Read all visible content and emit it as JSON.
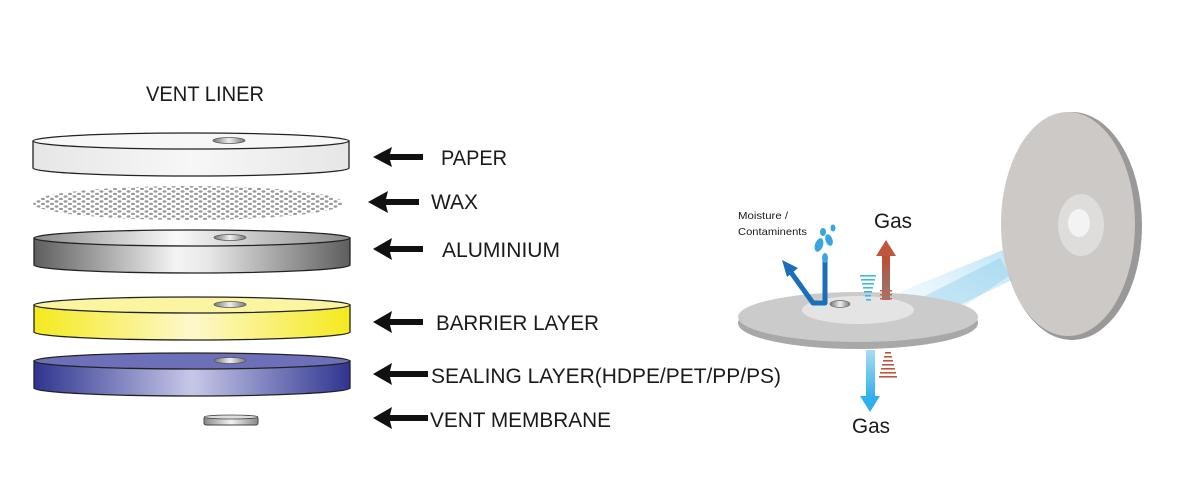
{
  "title": "VENT LINER",
  "layers": [
    {
      "name": "paper",
      "label": "PAPER"
    },
    {
      "name": "wax",
      "label": "WAX"
    },
    {
      "name": "aluminium",
      "label": "ALUMINIUM"
    },
    {
      "name": "barrier",
      "label": "BARRIER LAYER"
    },
    {
      "name": "sealing",
      "label": "SEALING LAYER(HDPE/PET/PP/PS)"
    },
    {
      "name": "membrane",
      "label": "VENT MEMBRANE"
    }
  ],
  "flow": {
    "moisture_line1": "Moisture /",
    "moisture_line2": "Contaminents",
    "gas_out_label": "Gas",
    "gas_in_label": "Gas"
  },
  "colors": {
    "paper": "#f2f2f2",
    "wax_dots": "#9a9a9a",
    "aluminium": "#7a7a7a",
    "barrier": "#f6ee3a",
    "sealing": "#343a96",
    "moisture_arrow": "#1a6fb8",
    "gas_out_arrow": "#b8533e",
    "gas_in_arrow": "#41b6ea",
    "disc": "#c9c6c4"
  }
}
